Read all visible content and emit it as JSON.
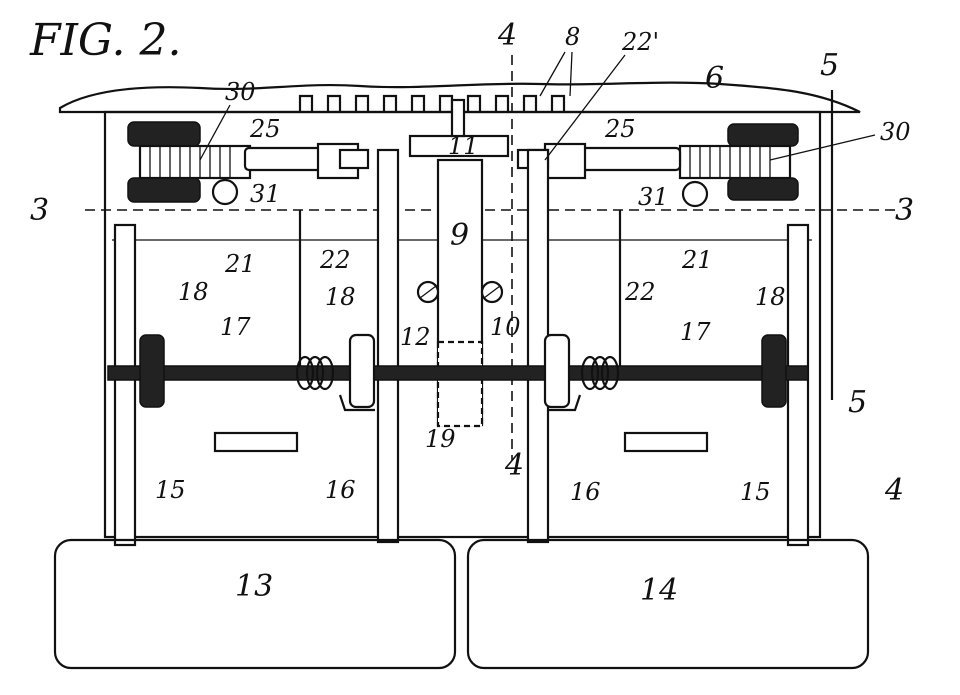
{
  "figure": {
    "title": "FIG. 2.",
    "labels": {
      "ref_6": "6",
      "ref_8": "8",
      "ref_4_top": "4",
      "ref_4_mid": "4",
      "ref_4_right": "4",
      "ref_5_top": "5",
      "ref_5_bottom": "5",
      "ref_3_left": "3",
      "ref_3_right": "3",
      "ref_30_left": "30",
      "ref_30_right": "30",
      "ref_25_left": "25",
      "ref_25_right": "25",
      "ref_22prime": "22'",
      "ref_11": "11",
      "ref_31_left": "31",
      "ref_31_right": "31",
      "ref_9": "9",
      "ref_21_left": "21",
      "ref_21_right": "21",
      "ref_22_left": "22",
      "ref_22_right": "22",
      "ref_18_a": "18",
      "ref_18_b": "18",
      "ref_18_c": "18",
      "ref_17_left": "17",
      "ref_17_right": "17",
      "ref_12": "12",
      "ref_10": "10",
      "ref_19": "19",
      "ref_15_left": "15",
      "ref_15_right": "15",
      "ref_16_left": "16",
      "ref_16_right": "16",
      "ref_13": "13",
      "ref_14": "14"
    }
  }
}
